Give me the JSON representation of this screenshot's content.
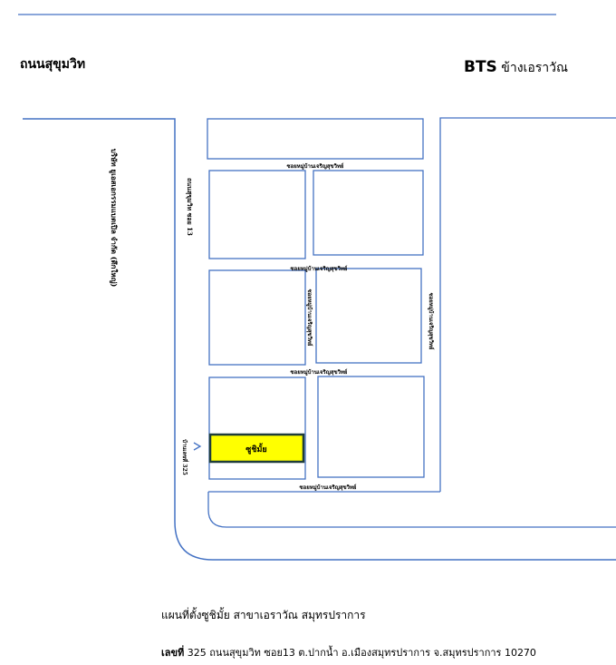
{
  "header": {
    "road_left": "ถนนสุขุมวิท",
    "bts_prefix": "BTS",
    "bts_station": "ข้างเอราวัณ"
  },
  "map": {
    "company_label": "บริษัท ยูเอสเอกรรมแบตเปิล จำกัด (ตึกใหญ่)",
    "soi_label": "ถนนสุขุมวิท ซอย 13",
    "alley_label_1": "ซอยหมู่บ้านเจริญสุขวิทย์",
    "alley_label_2": "ซอยหมู่บ้านเจริญสุขวิทย์",
    "alley_label_3": "ซอยหมู่บ้านเจริญสุขวิทย์",
    "alley_label_4": "ซอยหมู่บ้านเจริญสุขวิทย์",
    "alley_vertical_center": "ซอยหมู่บ้านเจริญสุขวิทย์",
    "alley_vertical_right": "ซอยหมู่บ้านเจริญสุขวิทย์",
    "house_number_label": "บ้านเลขที่ 325",
    "target_label": "ซูชิมั้ย",
    "target_color": "#ffff00",
    "target_border_color": "#1f3d3a",
    "road_line_color": "#4472c4"
  },
  "footer": {
    "caption_line1": "แผนที่ตั้งซูชิมั้ย สาขาเอราวัณ สมุทรปราการ",
    "address_prefix": "เลขที่",
    "address_rest": " 325 ถนนสุขุมวิท ซอย13  ต.ปากน้ำ  อ.เมืองสมุทรปราการ จ.สมุทรปราการ 10270"
  }
}
